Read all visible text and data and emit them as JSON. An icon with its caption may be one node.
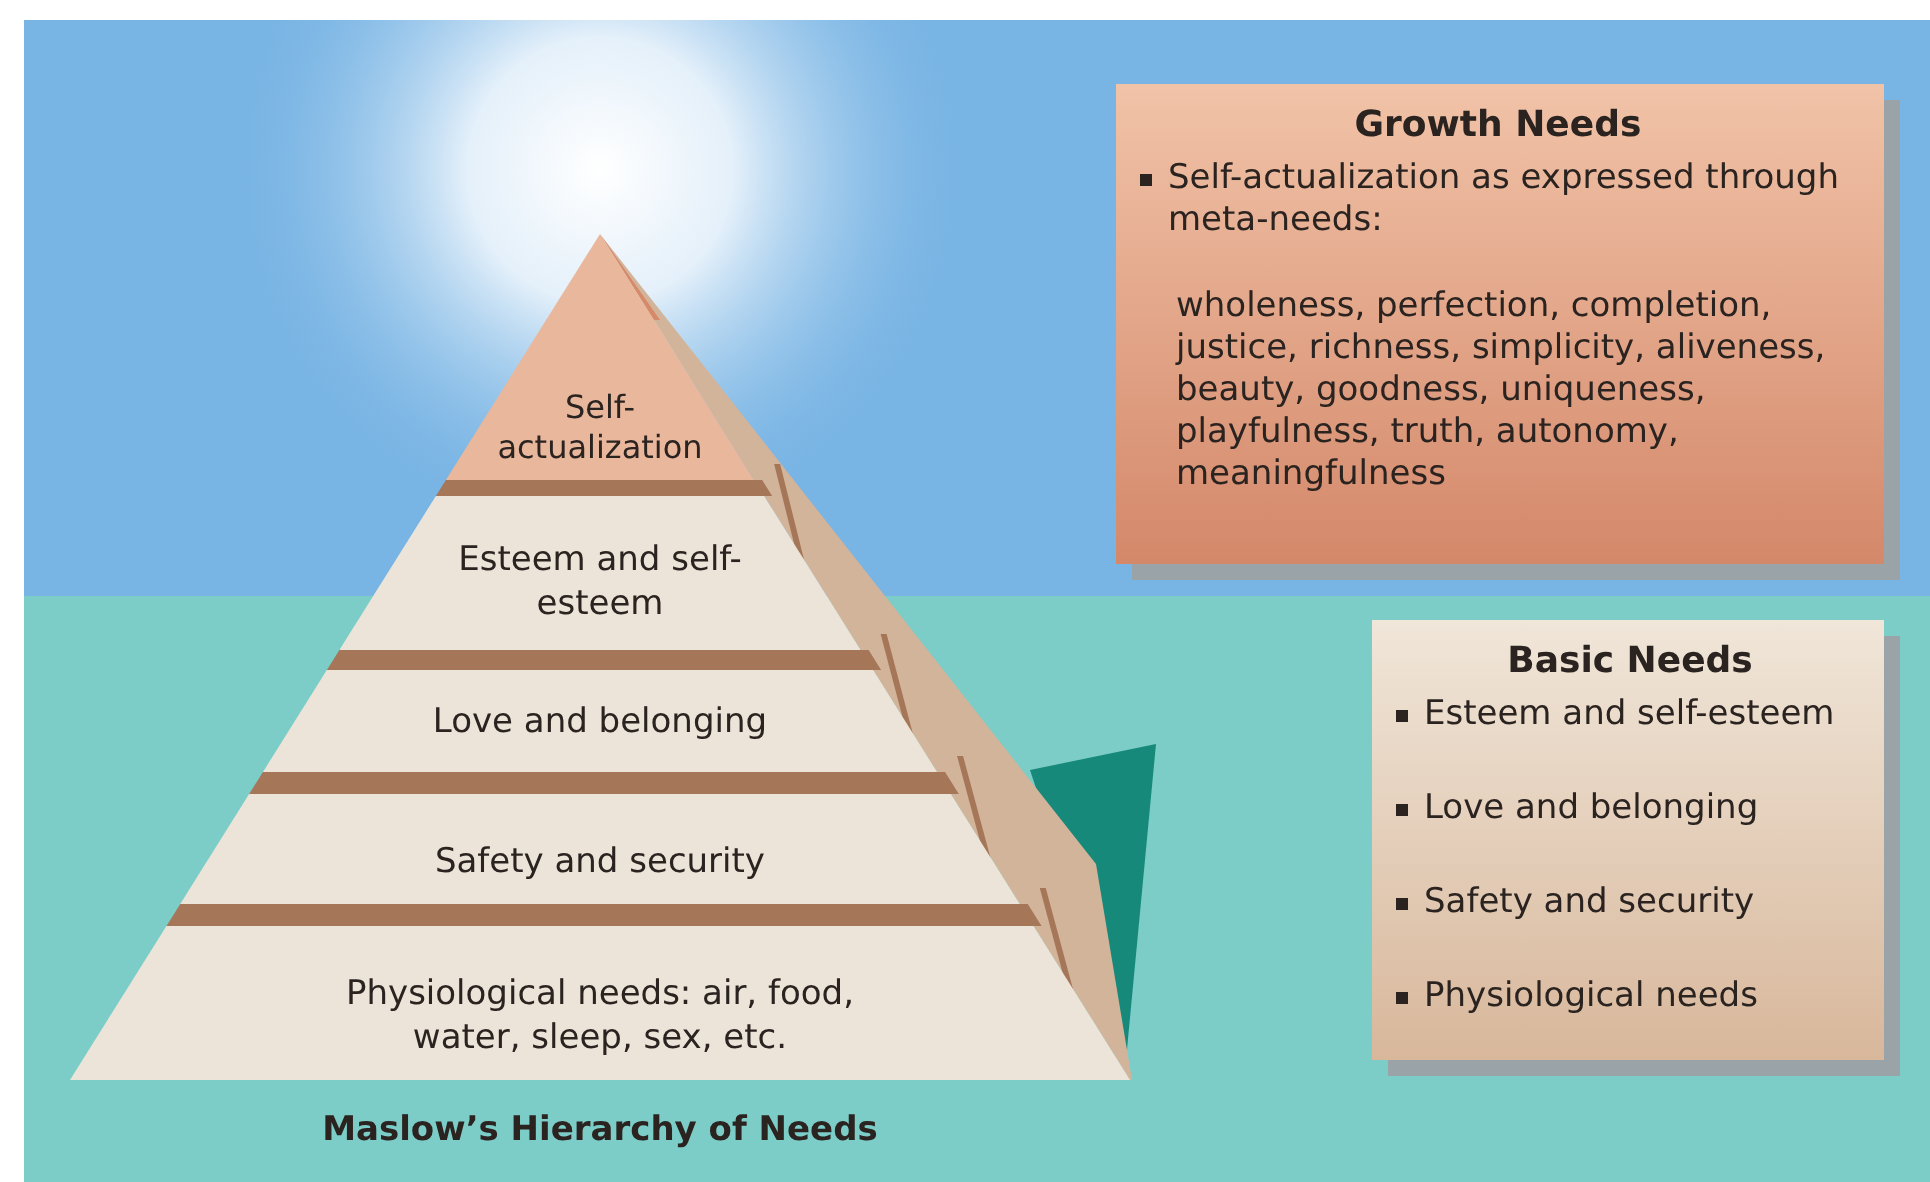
{
  "diagram": {
    "caption": "Maslow’s Hierarchy of Needs",
    "nodes": [
      {
        "text": [
          "Self-actualization"
        ]
      },
      {
        "text": [
          "Esteem and self-esteem"
        ]
      },
      {
        "text": [
          "Love and belonging"
        ]
      },
      {
        "text": [
          "Safety and security"
        ]
      },
      {
        "text": [
          "Physiological needs: air, food, water, sleep, sex, etc."
        ]
      },
      {
        "text": [
          "Growth Needs",
          "Self-actualization as expressed through meta-needs:",
          "wholeness, perfection, completion, justice, richness, simplicity, aliveness, beauty, goodness, uniqueness, playfulness, truth, autonomy, meaningfulness"
        ]
      },
      {
        "text": [
          "Basic Needs",
          "Esteem and self-esteem",
          "Love and belonging",
          "Safety and security",
          "Physiological needs"
        ]
      }
    ],
    "edges": []
  }
}
